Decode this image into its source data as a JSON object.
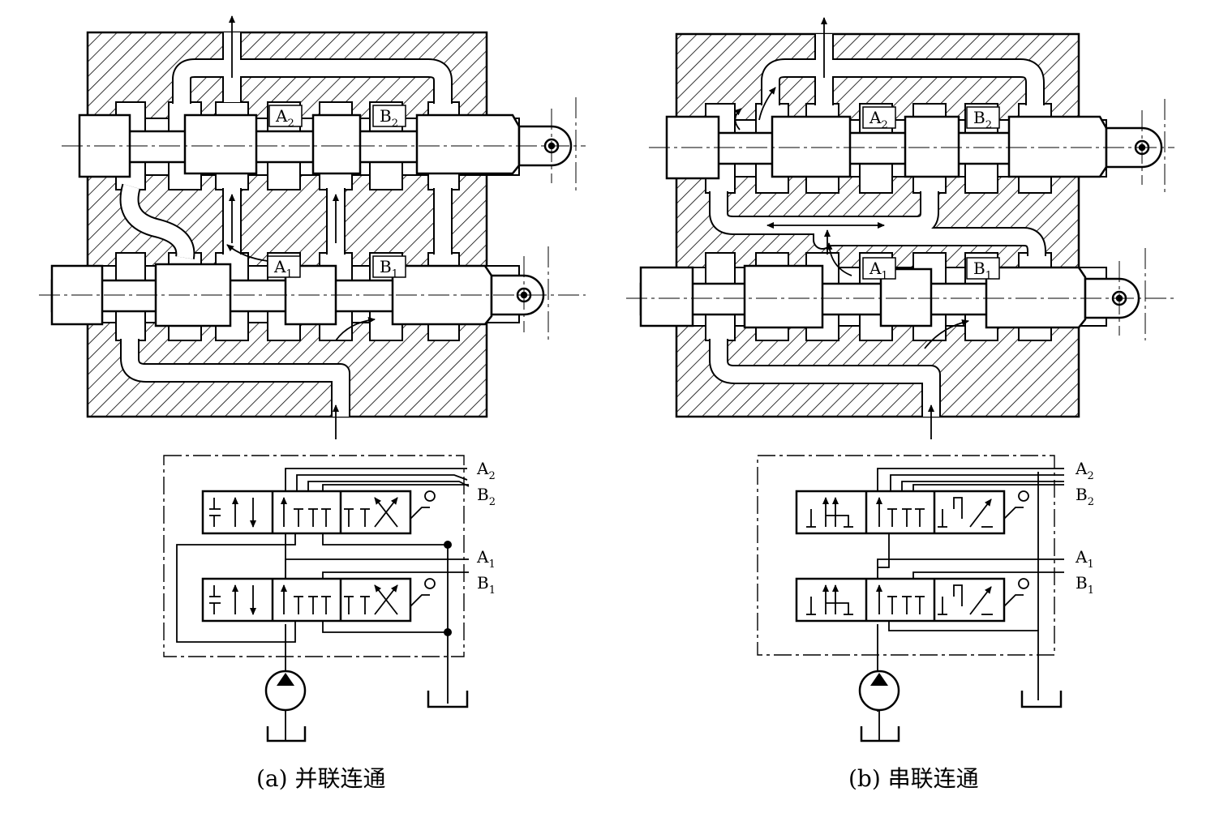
{
  "figures": [
    {
      "id": "a",
      "caption": "(a) 并联连通",
      "section_labels": [
        {
          "main": "A",
          "sub": "2"
        },
        {
          "main": "B",
          "sub": "2"
        },
        {
          "main": "A",
          "sub": "1"
        },
        {
          "main": "B",
          "sub": "1"
        }
      ],
      "port_labels": [
        {
          "main": "A",
          "sub": "2"
        },
        {
          "main": "B",
          "sub": "2"
        },
        {
          "main": "A",
          "sub": "1"
        },
        {
          "main": "B",
          "sub": "1"
        }
      ]
    },
    {
      "id": "b",
      "caption": "(b) 串联连通",
      "section_labels": [
        {
          "main": "A",
          "sub": "2"
        },
        {
          "main": "B",
          "sub": "2"
        },
        {
          "main": "A",
          "sub": "1"
        },
        {
          "main": "B",
          "sub": "1"
        }
      ],
      "port_labels": [
        {
          "main": "A",
          "sub": "2"
        },
        {
          "main": "B",
          "sub": "2"
        },
        {
          "main": "A",
          "sub": "1"
        },
        {
          "main": "B",
          "sub": "1"
        }
      ]
    }
  ]
}
